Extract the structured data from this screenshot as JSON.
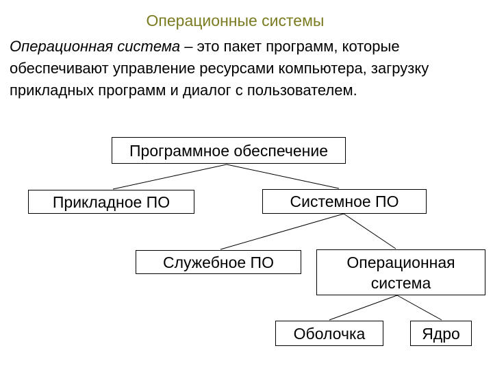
{
  "slide": {
    "title": "Операционные системы",
    "definition": {
      "term": "Операционная система",
      "text": " – это пакет программ, которые обеспечивают управление ресурсами компьютера, загрузку прикладных программ и диалог с пользователем."
    },
    "colors": {
      "background": "#ffffff",
      "title_text": "#7b7b22",
      "body_text": "#000000",
      "node_border": "#000000",
      "node_fill": "#ffffff",
      "connector": "#000000"
    },
    "diagram": {
      "type": "tree",
      "nodes": {
        "software": {
          "label": "Программное обеспечение"
        },
        "applied": {
          "label": "Прикладное ПО"
        },
        "system": {
          "label": "Системное ПО"
        },
        "utility": {
          "label": "Служебное ПО"
        },
        "os": {
          "label": "Операционная система",
          "line1": "Операционная",
          "line2": "система"
        },
        "shell": {
          "label": "Оболочка"
        },
        "kernel": {
          "label": "Ядро"
        }
      },
      "edges": [
        {
          "from": "software",
          "to": "applied"
        },
        {
          "from": "software",
          "to": "system"
        },
        {
          "from": "system",
          "to": "utility"
        },
        {
          "from": "system",
          "to": "os"
        },
        {
          "from": "os",
          "to": "shell"
        },
        {
          "from": "os",
          "to": "kernel"
        }
      ]
    }
  }
}
